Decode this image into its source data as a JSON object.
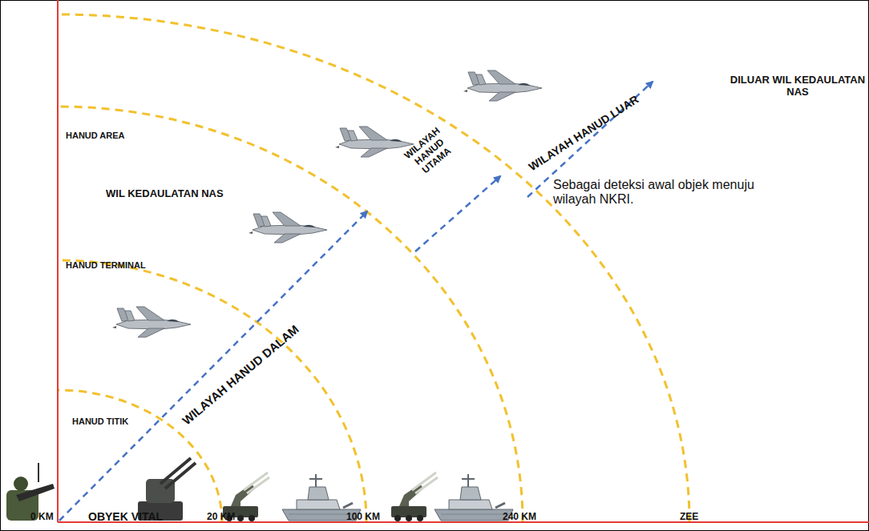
{
  "diagram": {
    "labels": [
      "HANUD AREA",
      "WIL KEDAULATAN NAS",
      "HANUD TERMINAL",
      "HANUD TITIK",
      "WILAYAH HANUD DALAM",
      "WILAYAH HANUD UTAMA",
      "WILAYAH HANUD LUAR",
      "DILUAR WIL KEDAULATAN NAS",
      "Sebagai deteksi awal objek menuju wilayah NKRI.",
      "0 KM",
      "OBYEK VITAL",
      "20 KM",
      "100 KM",
      "240 KM",
      "ZEE"
    ]
  }
}
